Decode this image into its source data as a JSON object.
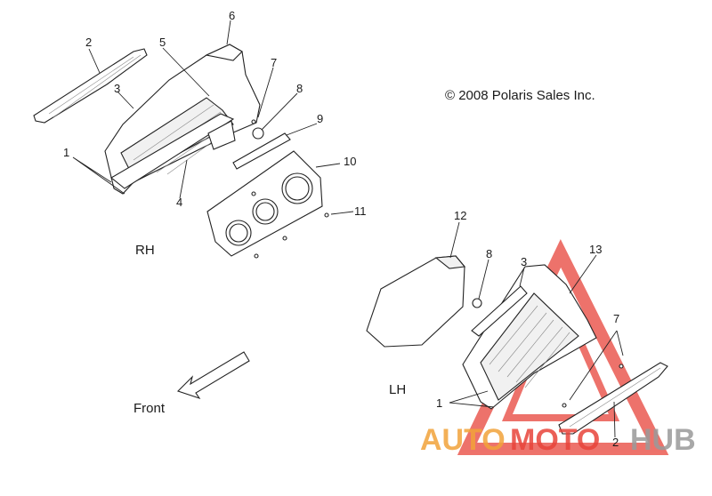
{
  "copyright": "© 2008 Polaris Sales Inc.",
  "views": {
    "rh": "RH",
    "lh": "LH"
  },
  "direction": {
    "label": "Front"
  },
  "callouts_rh": {
    "c1": "1",
    "c2": "2",
    "c3": "3",
    "c4": "4",
    "c5": "5",
    "c6": "6",
    "c7": "7",
    "c8": "8",
    "c9": "9",
    "c10": "10",
    "c11": "11"
  },
  "callouts_lh": {
    "c1": "1",
    "c2": "2",
    "c3": "3",
    "c7": "7",
    "c8": "8",
    "c12": "12",
    "c13": "13"
  },
  "watermark": {
    "part_a": "AUTO",
    "part_b": "MOTO",
    "part_c": "HUB",
    "color_primary": "#e8443a",
    "color_secondary": "#f2a33a",
    "color_gray": "#9a9a9a"
  }
}
